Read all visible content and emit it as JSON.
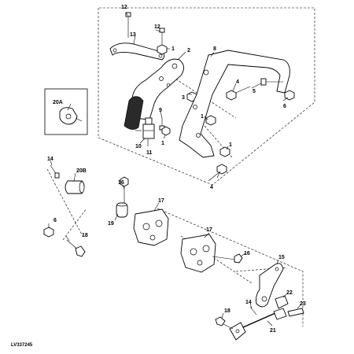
{
  "diagram": {
    "callouts": {
      "c1_top": "1",
      "c1_mid": "1",
      "c1_right": "1",
      "c2": "2",
      "c3": "3",
      "c4_top": "4",
      "c4_bottom": "4",
      "c5": "5",
      "c6_right": "6",
      "c6_left": "6",
      "c8": "8",
      "c9": "9",
      "c10": "10",
      "c11": "11",
      "c12_a": "12",
      "c12_b": "12",
      "c13": "13",
      "c14_left": "14",
      "c14_bottom": "14",
      "c15": "15",
      "c16_left": "16",
      "c16_right": "16",
      "c17_left": "17",
      "c17_right": "17",
      "c18_left": "18",
      "c18_bottom": "18",
      "c19": "19",
      "c20a": "20A",
      "c20b": "20B",
      "c21": "21",
      "c22": "22",
      "c23": "23"
    },
    "figure_code": "LV337245"
  }
}
